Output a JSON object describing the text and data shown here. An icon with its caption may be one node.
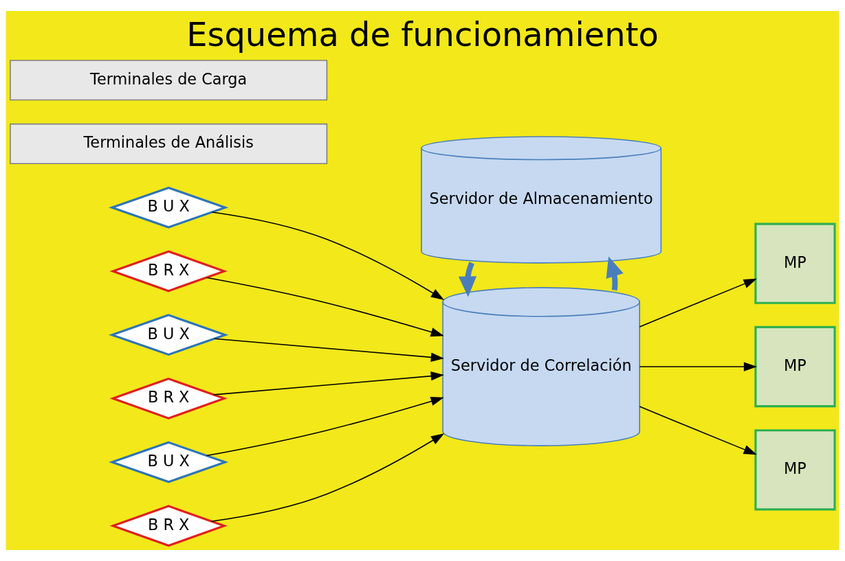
{
  "diagram": {
    "title": "Esquema de funcionamiento",
    "nodes": [
      {
        "text": [
          "B U X"
        ]
      },
      {
        "text": [
          "B R X"
        ]
      },
      {
        "text": [
          "B U X"
        ]
      },
      {
        "text": [
          "B R X"
        ]
      },
      {
        "text": [
          "B U X"
        ]
      },
      {
        "text": [
          "B R X"
        ]
      },
      {
        "text": [
          "Servidor de Correlación"
        ]
      },
      {
        "text": [
          "Servidor de Almacenamiento"
        ]
      },
      {
        "text": [
          "MP"
        ]
      },
      {
        "text": [
          "MP"
        ]
      },
      {
        "text": [
          "MP"
        ]
      },
      {
        "text": [
          "Terminales de Carga"
        ]
      },
      {
        "text": [
          "Terminales de Análisis"
        ]
      }
    ],
    "edges": [
      {
        "from": 0,
        "to": 6,
        "arrow": "to"
      },
      {
        "from": 1,
        "to": 6,
        "arrow": "to"
      },
      {
        "from": 2,
        "to": 6,
        "arrow": "to"
      },
      {
        "from": 3,
        "to": 6,
        "arrow": "to"
      },
      {
        "from": 4,
        "to": 6,
        "arrow": "to"
      },
      {
        "from": 5,
        "to": 6,
        "arrow": "to"
      },
      {
        "from": 6,
        "to": 8,
        "arrow": "to"
      },
      {
        "from": 6,
        "to": 9,
        "arrow": "to"
      },
      {
        "from": 6,
        "to": 10,
        "arrow": "to"
      },
      {
        "from": 6,
        "to": 7,
        "arrow": "to",
        "style": "thick",
        "color": "#4a7ebb"
      },
      {
        "from": 7,
        "to": 6,
        "arrow": "to",
        "style": "thick",
        "color": "#4a7ebb"
      }
    ]
  }
}
